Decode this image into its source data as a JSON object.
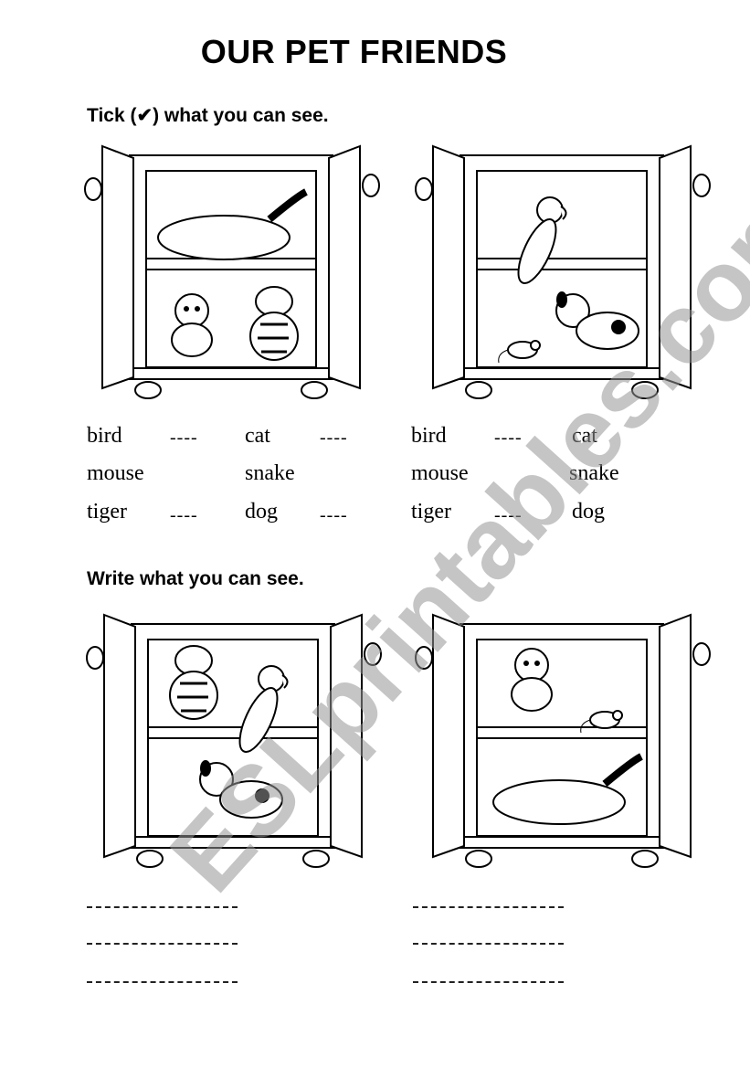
{
  "title": "OUR PET FRIENDS",
  "section1": {
    "instruction": "Tick (✔) what you can see.",
    "left_words": [
      "bird",
      "cat",
      "mouse",
      "snake",
      "tiger",
      "dog"
    ],
    "right_words": [
      "bird",
      "cat",
      "mouse",
      "snake",
      "tiger",
      "dog"
    ],
    "blank": "----"
  },
  "section2": {
    "instruction": "Write what you can see."
  },
  "watermark": "ESLprintables.com"
}
